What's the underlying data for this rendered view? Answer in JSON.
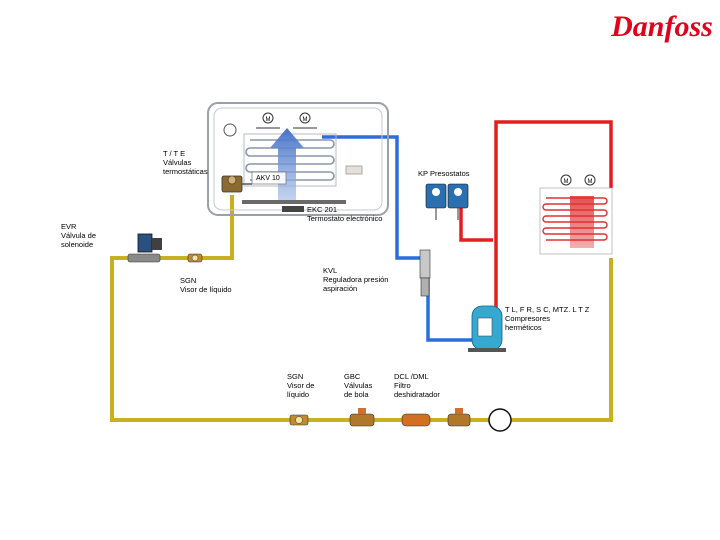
{
  "brand": {
    "name": "Danfoss",
    "color": "#e2001a"
  },
  "colors": {
    "liquid_line": "#c8b020",
    "suction_line": "#2a6fdb",
    "discharge_line": "#e02020",
    "room_outline": "#9aa0a8",
    "air_arrow": "#4a78c8"
  },
  "labels": {
    "tte": "T / T E\nVálvulas\ntermostáticas",
    "akv": "AKV 10",
    "kp": "KP Presostatos",
    "ekc": "EKC 201\nTermostato electrónico",
    "evr": "EVR\nVálvula de\nsolenoide",
    "sgn_top": "SGN\nVisor de líquido",
    "kvl": "KVL\nReguladora presión\naspiración",
    "compressors": "T L, F R, S C, MTZ. L T Z\nCompresores\nherméticos",
    "sgn_bottom": "SGN\nVisor de\nlíquido",
    "gbc": "GBC\nVálvulas\nde bola",
    "dcl": "DCL /DML\nFiltro\ndeshidratador"
  }
}
